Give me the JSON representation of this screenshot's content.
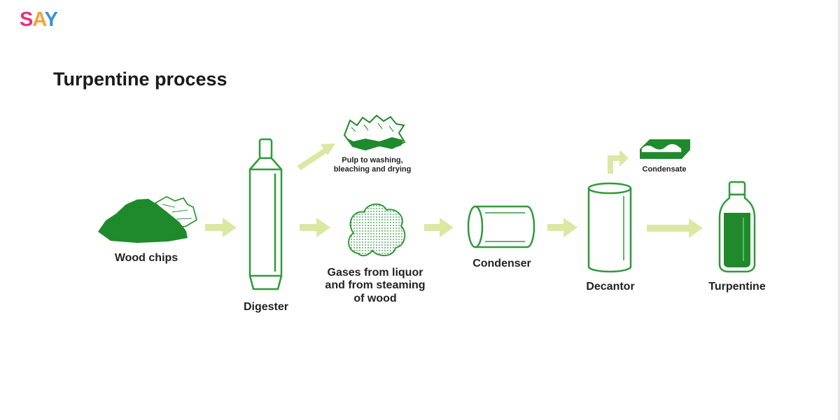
{
  "brand": {
    "logo": "SAY",
    "logo_letters": [
      "S",
      "A",
      "Y"
    ],
    "colors": [
      "#e8317b",
      "#f2a33a",
      "#3a8fe0"
    ]
  },
  "title": "Turpentine process",
  "colors": {
    "green": "#2f9a3a",
    "dark_green": "#1f8a2c",
    "arrow": "#dbe8a4"
  },
  "nodes": {
    "wood_chips": "Wood chips",
    "digester": "Digester",
    "pulp": [
      "Pulp to washing,",
      "bleaching and drying"
    ],
    "gases": [
      "Gases from liquor",
      "and from steaming",
      "of wood"
    ],
    "condenser": "Condenser",
    "decantor": "Decantor",
    "condensate": "Condensate",
    "turpentine": "Turpentine"
  },
  "flow": [
    {
      "from": "Wood chips",
      "to": "Digester"
    },
    {
      "from": "Digester",
      "to": "Pulp to washing, bleaching and drying"
    },
    {
      "from": "Digester",
      "to": "Gases from liquor and from steaming of wood"
    },
    {
      "from": "Gases from liquor and from steaming of wood",
      "to": "Condenser"
    },
    {
      "from": "Condenser",
      "to": "Decantor"
    },
    {
      "from": "Decantor",
      "to": "Condensate"
    },
    {
      "from": "Decantor",
      "to": "Turpentine"
    }
  ]
}
